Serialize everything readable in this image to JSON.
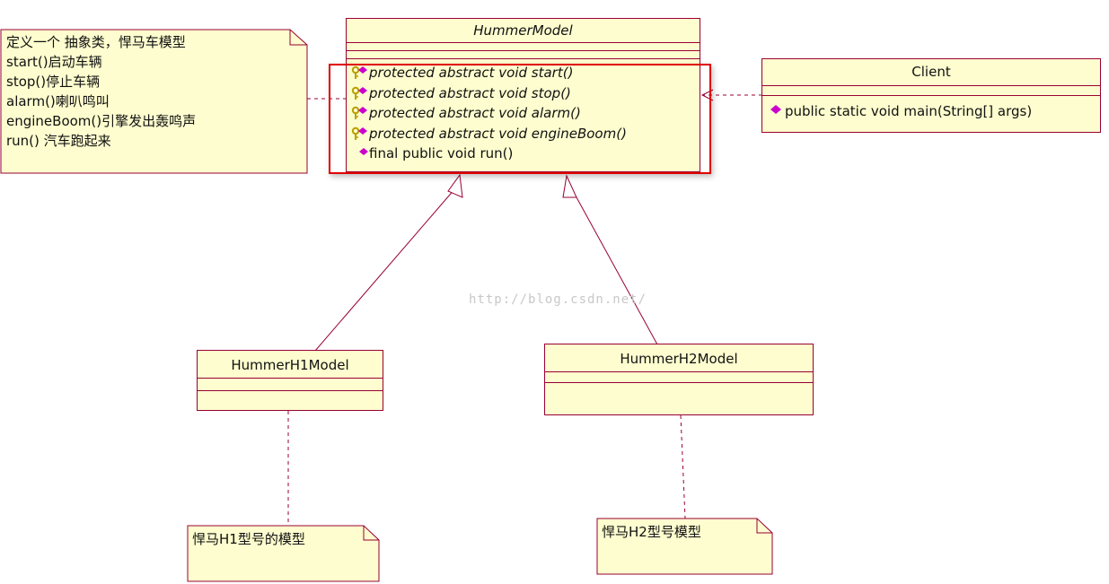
{
  "diagram": {
    "abstract_class": {
      "name": "HummerModel",
      "operations": [
        {
          "text": "protected abstract void start()",
          "italic": true,
          "icon": "key-diamond-icon"
        },
        {
          "text": "protected abstract void stop()",
          "italic": true,
          "icon": "key-diamond-icon"
        },
        {
          "text": "protected abstract void alarm()",
          "italic": true,
          "icon": "key-diamond-icon"
        },
        {
          "text": "protected abstract void engineBoom()",
          "italic": true,
          "icon": "key-diamond-icon"
        },
        {
          "text": "final public void run()",
          "italic": false,
          "icon": "diamond-icon"
        }
      ]
    },
    "client_class": {
      "name": "Client",
      "operations": [
        {
          "text": "public static void main(String[] args)",
          "icon": "diamond-icon"
        }
      ]
    },
    "h1_class": {
      "name": "HummerH1Model"
    },
    "h2_class": {
      "name": "HummerH2Model"
    },
    "note_abstract": {
      "lines": [
        "定义一个 抽象类，悍马车模型",
        "start()启动车辆",
        "stop()停止车辆",
        "alarm()喇叭鸣叫",
        "engineBoom()引擎发出轰鸣声",
        "run() 汽车跑起来"
      ]
    },
    "note_h1": {
      "text": "悍马H1型号的模型"
    },
    "note_h2": {
      "text": "悍马H2型号模型"
    },
    "watermark": "http://blog.csdn.net/",
    "colors": {
      "fill": "#fdfdcf",
      "border": "#990033",
      "highlight": "#e00000",
      "icon_magenta": "#cc00cc",
      "icon_key": "#b8a000"
    }
  }
}
